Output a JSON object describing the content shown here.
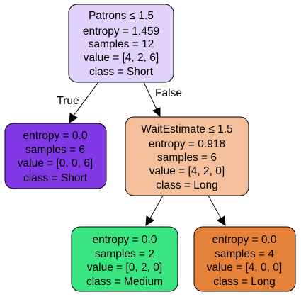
{
  "nodes": [
    {
      "id": "root",
      "fill": "#e0d2fa",
      "lines": [
        "Patrons ≤ 1.5",
        "entropy = 1.459",
        "samples = 12",
        "value = [4, 2, 6]",
        "class = Short"
      ]
    },
    {
      "id": "left",
      "fill": "#8139e5",
      "lines": [
        "entropy = 0.0",
        "samples = 6",
        "value = [0, 0, 6]",
        "class = Short"
      ]
    },
    {
      "id": "right",
      "fill": "#f4c09b",
      "lines": [
        "WaitEstimate ≤ 1.5",
        "entropy = 0.918",
        "samples = 6",
        "value = [4, 2, 0]",
        "class = Long"
      ]
    },
    {
      "id": "right-left",
      "fill": "#39e580",
      "lines": [
        "entropy = 0.0",
        "samples = 2",
        "value = [0, 2, 0]",
        "class = Medium"
      ]
    },
    {
      "id": "right-right",
      "fill": "#e58139",
      "lines": [
        "entropy = 0.0",
        "samples = 4",
        "value = [4, 0, 0]",
        "class = Long"
      ]
    }
  ],
  "edges": [
    {
      "from": "root",
      "to": "left",
      "label": "True"
    },
    {
      "from": "root",
      "to": "right",
      "label": "False"
    },
    {
      "from": "right",
      "to": "right-left",
      "label": ""
    },
    {
      "from": "right",
      "to": "right-right",
      "label": ""
    }
  ]
}
